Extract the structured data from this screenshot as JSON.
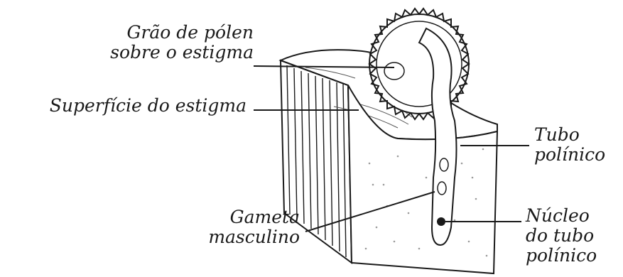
{
  "labels": {
    "pollen_grain": {
      "line1": "Grão de pólen",
      "line2": "sobre o estigma"
    },
    "stigma_surface": {
      "line1": "Superfície do estigma"
    },
    "pollen_tube": {
      "line1": "Tubo",
      "line2": "polínico"
    },
    "male_gamete": {
      "line1": "Gameta",
      "line2": "masculino"
    },
    "tube_nucleus": {
      "line1": "Núcleo",
      "line2": "do tubo",
      "line3": "polínico"
    }
  },
  "colors": {
    "ink": "#1a1a1a",
    "paper": "#ffffff",
    "speckle": "#bdbdbd"
  }
}
